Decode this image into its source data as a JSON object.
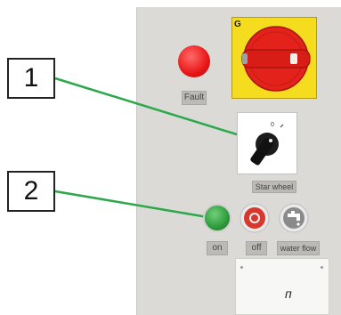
{
  "callouts": [
    "1",
    "2"
  ],
  "panel_labels": {
    "fault": "Fault",
    "star_wheel": "Star wheel",
    "on": "on",
    "off": "off",
    "water_flow": "water flow"
  },
  "isolator_letter": "G",
  "bottom_label": "п",
  "colors": {
    "panel": "#dcdad6",
    "leader_line": "#2aa84a",
    "fault_lamp": "#ee1c1c",
    "isolator_yellow": "#f6dc1f",
    "isolator_red": "#e3221b",
    "on_button": "#2e9a3a",
    "off_button": "#d8372c",
    "water_button": "#8a8a8a"
  },
  "icons": [
    "fault-lamp-icon",
    "main-isolator-switch-icon",
    "star-wheel-selector-icon",
    "on-button-icon",
    "off-button-icon",
    "water-flow-tap-icon"
  ]
}
